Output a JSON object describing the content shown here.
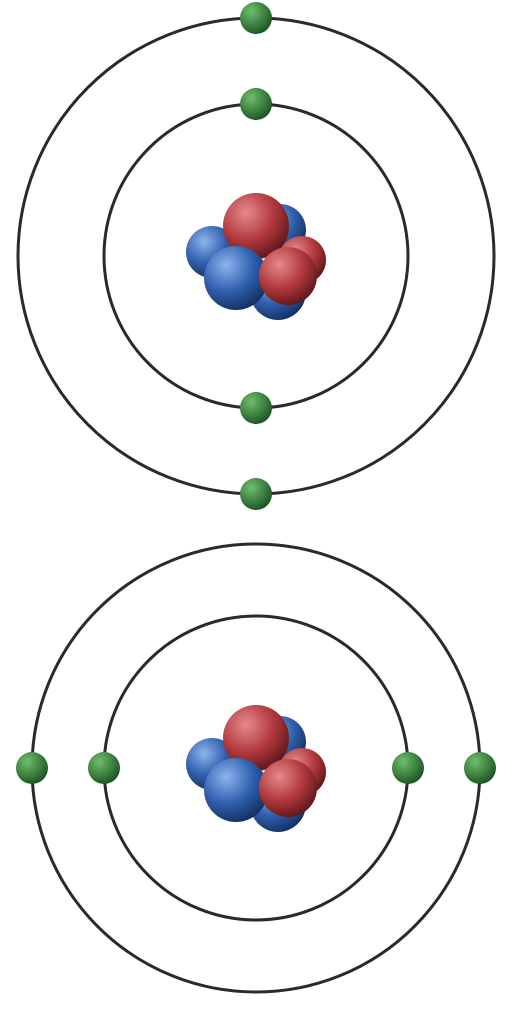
{
  "colors": {
    "background": "#ffffff",
    "orbit": "#2a2a2a",
    "electron": "#2f7a35",
    "electron_highlight": "#6fbf6f",
    "proton": "#b23a3e",
    "proton_highlight": "#e58a8d",
    "neutron": "#2f5fae",
    "neutron_highlight": "#8fb4ee"
  },
  "icons": {
    "electron": "green-sphere",
    "proton": "red-sphere",
    "neutron": "blue-sphere"
  },
  "atoms": [
    {
      "name": "atom-top",
      "shells": [
        {
          "name": "inner-shell",
          "electrons": 2,
          "arrangement": "vertical"
        },
        {
          "name": "outer-shell",
          "electrons": 2,
          "arrangement": "vertical"
        }
      ],
      "nucleus": {
        "protons": 3,
        "neutrons": 4
      }
    },
    {
      "name": "atom-bottom",
      "shells": [
        {
          "name": "inner-shell",
          "electrons": 2,
          "arrangement": "horizontal"
        },
        {
          "name": "outer-shell",
          "electrons": 2,
          "arrangement": "horizontal"
        }
      ],
      "nucleus": {
        "protons": 3,
        "neutrons": 4
      }
    }
  ]
}
